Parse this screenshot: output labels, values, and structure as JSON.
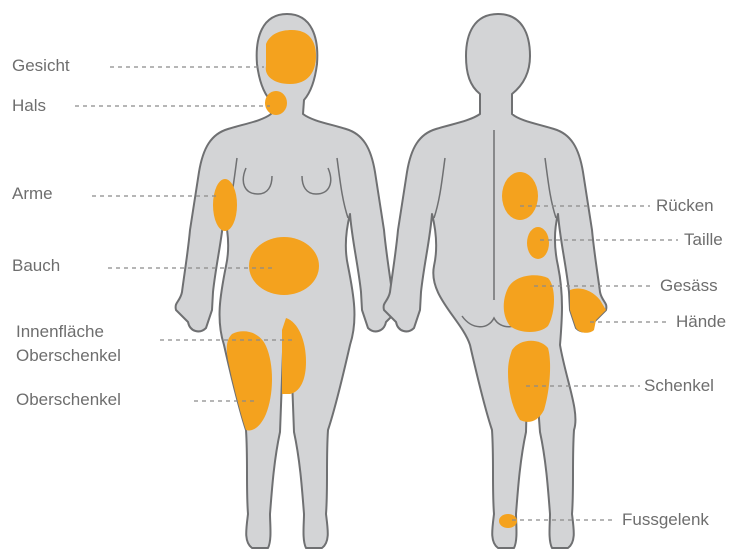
{
  "colors": {
    "body_fill": "#d3d4d6",
    "body_stroke": "#6f7072",
    "highlight": "#f4a21e",
    "leader": "#8a8a8a",
    "text": "#6e6e6e"
  },
  "front_labels": {
    "gesicht": "Gesicht",
    "hals": "Hals",
    "arme": "Arme",
    "bauch": "Bauch",
    "innen_line1": "Innenfläche",
    "innen_line2": "Oberschenkel",
    "oberschenkel": "Oberschenkel"
  },
  "back_labels": {
    "ruecken": "Rücken",
    "taille": "Taille",
    "gesaess": "Gesäss",
    "haende": "Hände",
    "schenkel": "Schenkel",
    "fussgelenk": "Fussgelenk"
  }
}
